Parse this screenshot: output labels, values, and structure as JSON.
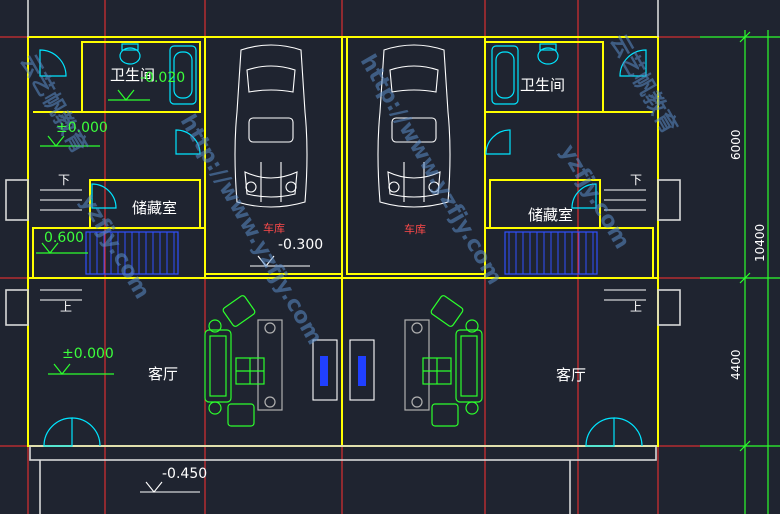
{
  "rooms": {
    "bathroom_left": "卫生间",
    "bathroom_right": "卫生间",
    "storage_left": "储藏室",
    "storage_right": "储藏室",
    "living_left": "客厅",
    "living_right": "客厅",
    "garage_left": "车库",
    "garage_right": "车库"
  },
  "levels": {
    "bath_left": "-0.020",
    "hall_left": "±0.000",
    "stair_left": "0.600",
    "garage": "-0.300",
    "living_left": "±0.000",
    "entry": "-0.450"
  },
  "stairs": {
    "up_1": "下",
    "up_2": "上",
    "up_3": "下",
    "up_4": "上"
  },
  "dimensions": {
    "upper": "6000",
    "lower": "4400",
    "total": "10400"
  },
  "watermarks": [
    "yzfjy.com",
    "http://www.yzfjy.com",
    "云艺帆教育"
  ],
  "colors": {
    "background": "#1f2430",
    "wall": "#ffff00",
    "axis": "#ff3030",
    "fixture": "#00e5ff",
    "level_text": "#3cff3c"
  }
}
